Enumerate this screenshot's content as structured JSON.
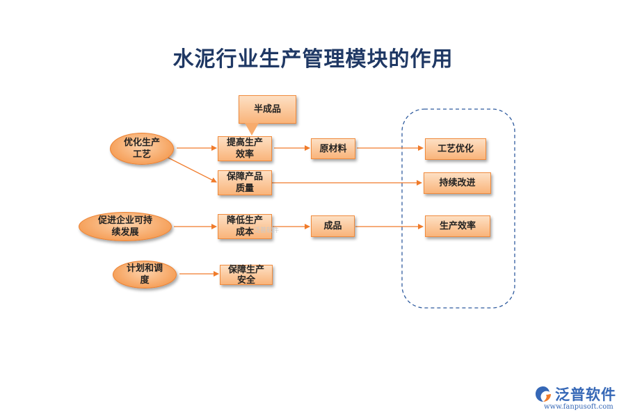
{
  "title": "水泥行业生产管理模块的作用",
  "nodes": {
    "optimize": "优化生产工艺",
    "promote": "促进企业可持续发展",
    "plan": "计划和调度",
    "efficiency": "提高生产效率",
    "semi": "半成品",
    "quality": "保障产品质量",
    "cost": "降低生产成本",
    "safety": "保障生产安全",
    "raw": "原材料",
    "product": "成品",
    "process": "工艺优化",
    "continuous": "持续改进",
    "prod_eff": "生产效率"
  },
  "watermark": "泛普软件",
  "logo": {
    "name": "泛普软件",
    "url": "www.fanpusoft.com"
  },
  "colors": {
    "title": "#1f3864",
    "arrow": "#f07b2a",
    "group_border": "#2f5b9e",
    "logo": "#3567b6"
  }
}
